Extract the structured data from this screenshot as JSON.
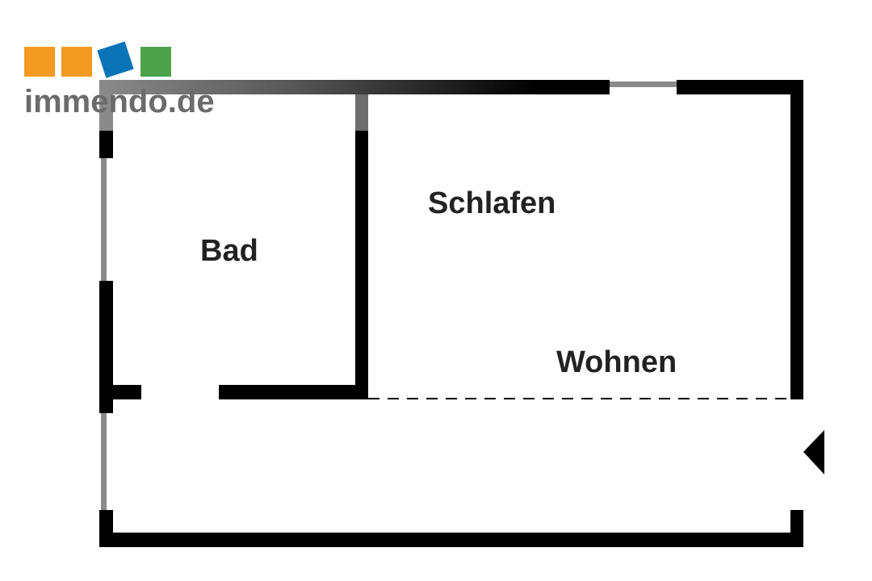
{
  "logo": {
    "text": "immendo.de",
    "colors": {
      "square_1": "#f39a22",
      "square_2": "#f39a22",
      "square_3": "#0a74b8",
      "square_4": "#4ca24a",
      "text": "#6b6b6b"
    }
  },
  "rooms": {
    "bad": "Bad",
    "schlafen": "Schlafen",
    "wohnen": "Wohnen"
  },
  "colors": {
    "wall": "#000000",
    "window": "#8a8a8a",
    "label": "#222222"
  },
  "icons": {
    "entrance": "entrance-arrow-icon"
  }
}
